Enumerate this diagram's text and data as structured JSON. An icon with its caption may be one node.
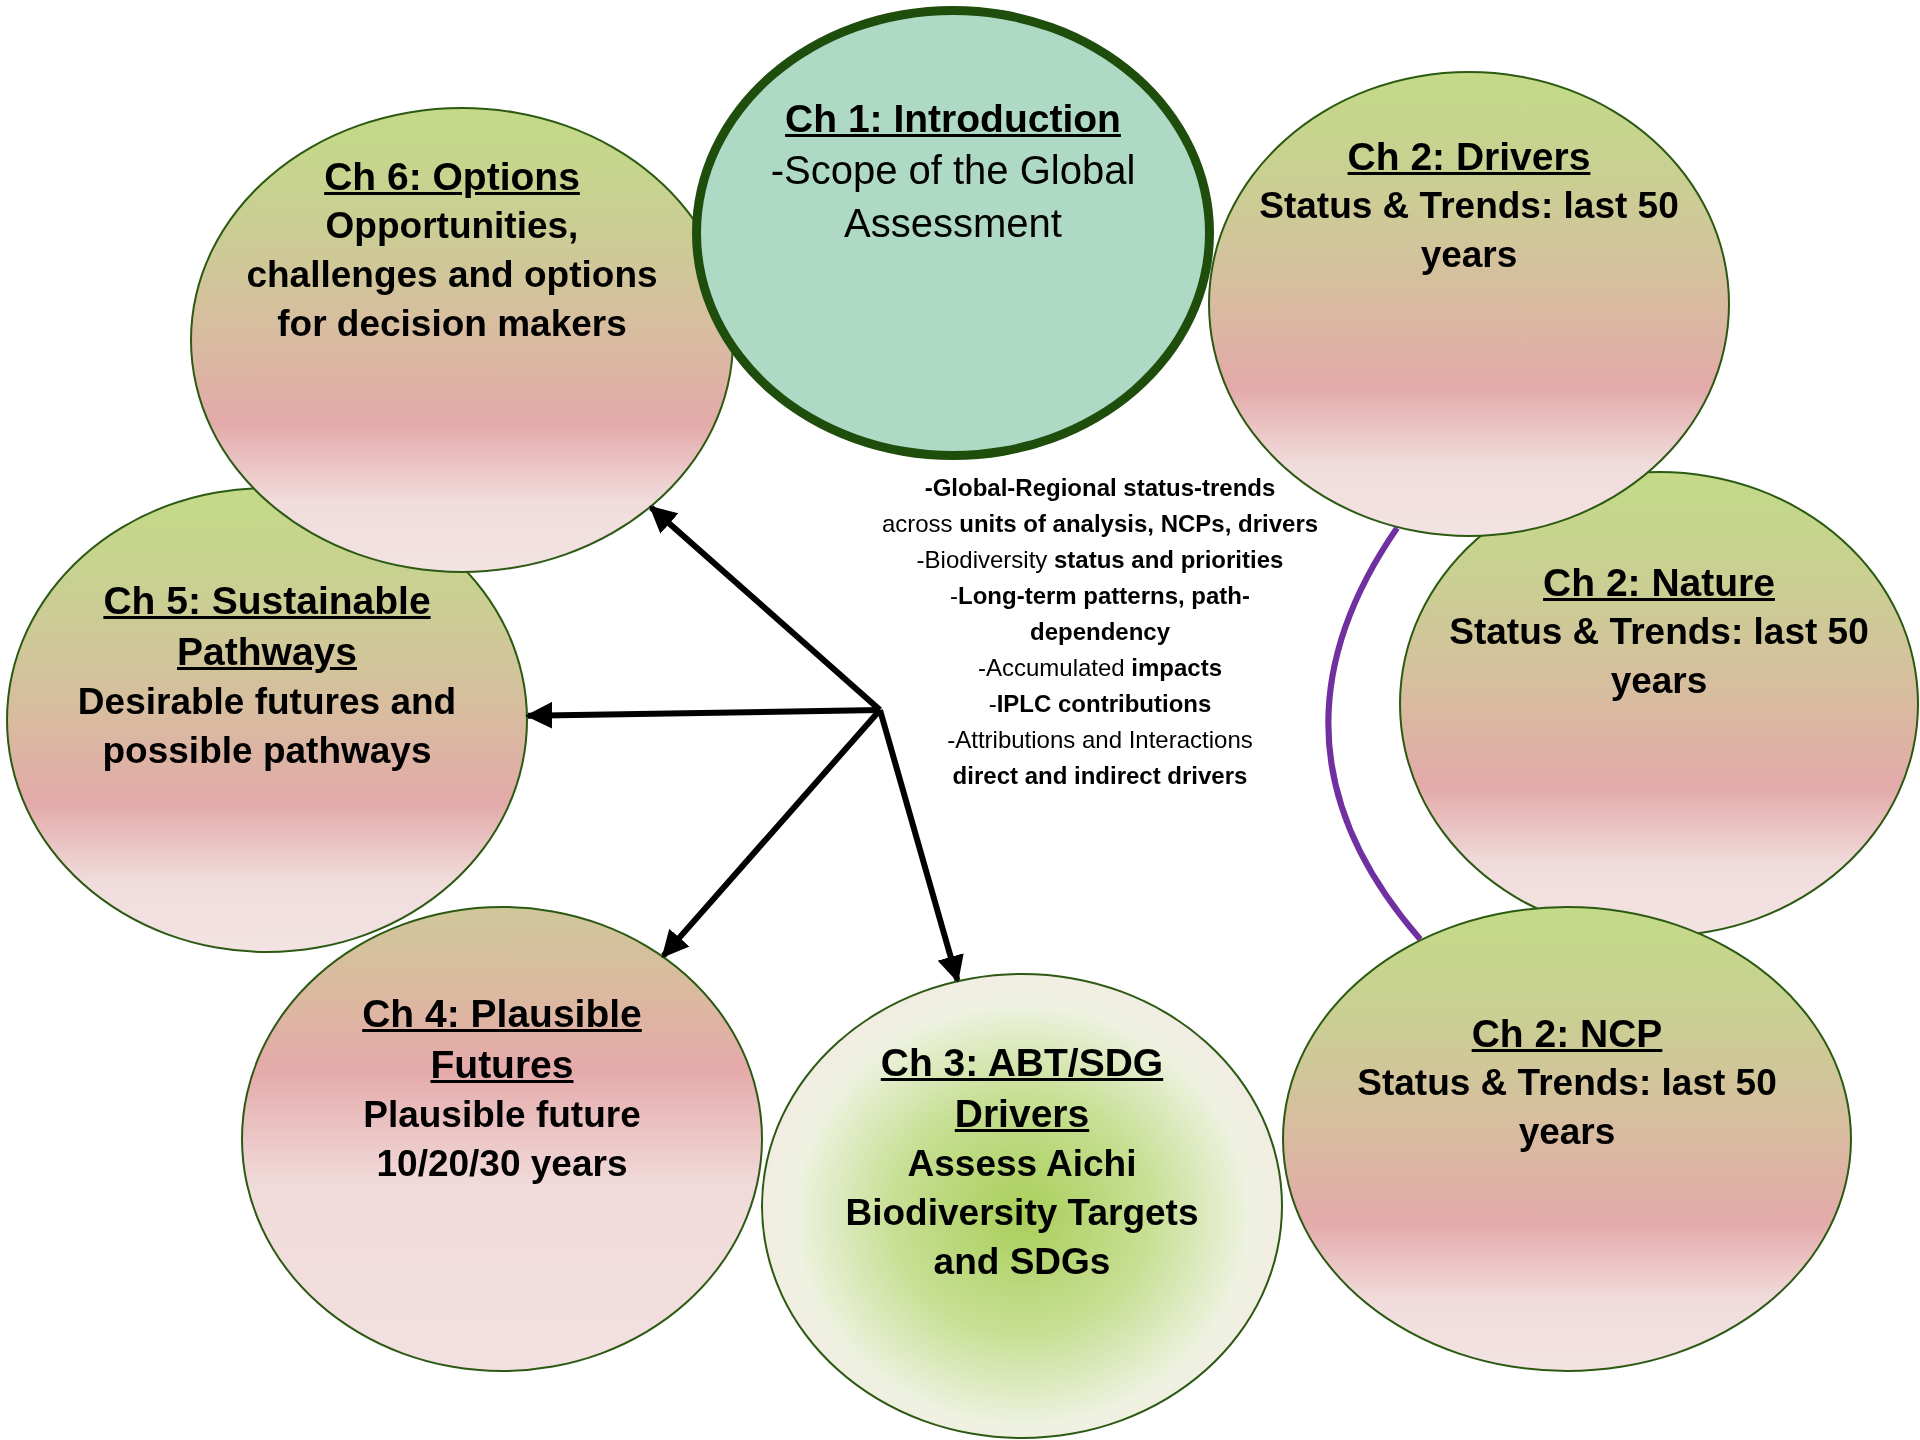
{
  "diagram": {
    "nodes": [
      {
        "text": [
          "Ch 1: Introduction",
          "-Scope of the Global Assessment"
        ]
      },
      {
        "text": [
          "Ch 2: Drivers",
          "Status & Trends: last 50 years"
        ]
      },
      {
        "text": [
          "Ch 2: Nature",
          "Status & Trends: last 50 years"
        ]
      },
      {
        "text": [
          "Ch 2: NCP",
          "Status & Trends: last 50 years"
        ]
      },
      {
        "text": [
          "Ch 3: ABT/SDG Drivers",
          "Assess Aichi Biodiversity Targets and SDGs"
        ]
      },
      {
        "text": [
          "Ch 4: Plausible Futures",
          "Plausible future 10/20/30 years"
        ]
      },
      {
        "text": [
          "Ch 5: Sustainable Pathways",
          "Desirable futures and possible pathways"
        ]
      },
      {
        "text": [
          "Ch 6: Options",
          "Opportunities, challenges and options for decision makers"
        ]
      },
      {
        "text": [
          "**-Global-Regional status-trends**",
          "across **units of analysis, NCPs, drivers**",
          "-Biodiversity **status and priorities**",
          "-**Long-term patterns, path-dependency**",
          "-Accumulated **impacts**",
          "-**IPLC contributions**",
          "-Attributions and Interactions",
          "**direct and indirect drivers**"
        ]
      }
    ],
    "edges": [
      {
        "from": 8,
        "to": 7,
        "arrow": "to"
      },
      {
        "from": 8,
        "to": 6,
        "arrow": "to"
      },
      {
        "from": 8,
        "to": 5,
        "arrow": "to"
      },
      {
        "from": 8,
        "to": 4,
        "arrow": "to"
      },
      {
        "from": 1,
        "to": 3,
        "arrow": "none",
        "color": "#7030a0"
      }
    ]
  }
}
